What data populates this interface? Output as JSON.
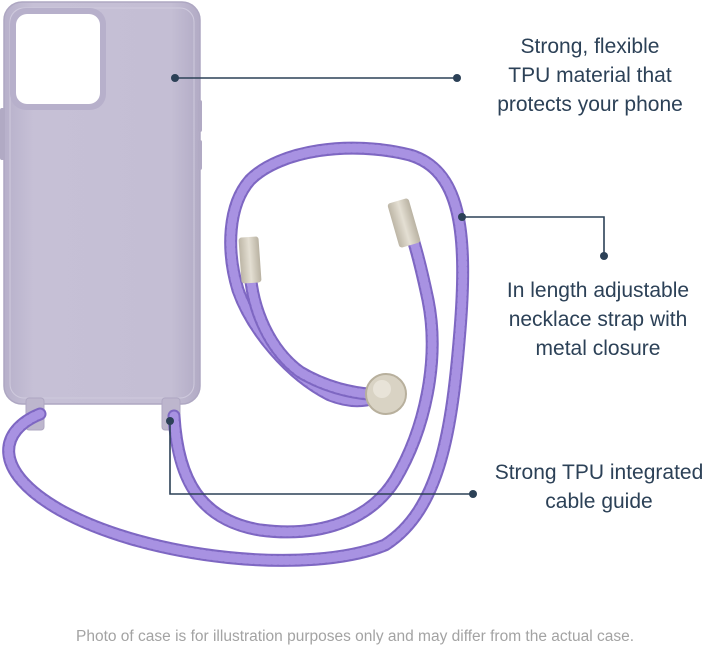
{
  "callouts": [
    {
      "text": "Strong, flexible\nTPU material that\nprotects your phone"
    },
    {
      "text": "In length adjustable\nnecklace strap with\nmetal closure"
    },
    {
      "text": "Strong TPU integrated\ncable guide"
    }
  ],
  "disclaimer": "Photo of case is for illustration purposes only and may differ from the actual case.",
  "colors": {
    "case": "#c3bdd3",
    "strap": "#9a85d6",
    "metal": "#d8d2c3",
    "callout_line": "#2c4157",
    "text": "#2c4157",
    "disclaimer": "#a3a3a3"
  }
}
